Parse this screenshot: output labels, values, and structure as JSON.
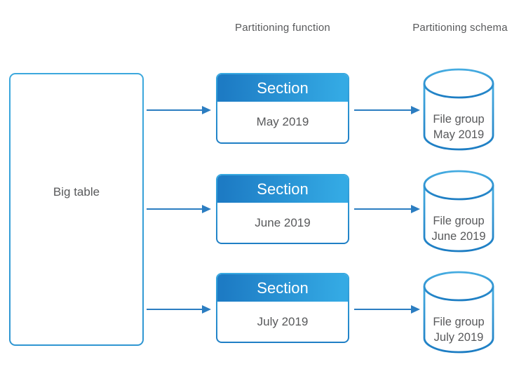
{
  "headers": {
    "function": "Partitioning function",
    "schema": "Partitioning schema"
  },
  "big_table": {
    "label": "Big table"
  },
  "rows": [
    {
      "section_title": "Section",
      "section_period": "May 2019",
      "file_group_line1": "File group",
      "file_group_line2": "May 2019"
    },
    {
      "section_title": "Section",
      "section_period": "June 2019",
      "file_group_line1": "File group",
      "file_group_line2": "June 2019"
    },
    {
      "section_title": "Section",
      "section_period": "July 2019",
      "file_group_line1": "File group",
      "file_group_line2": "July 2019"
    }
  ],
  "colors": {
    "header_gradient_start": "#1d7bc4",
    "header_gradient_end": "#34aae4",
    "border_blue_light": "#38a9e0",
    "border_blue_dark": "#1f7fc5",
    "arrow_blue": "#2b7dc1",
    "text_gray": "#58595b",
    "section_title_color": "#ffffff"
  }
}
